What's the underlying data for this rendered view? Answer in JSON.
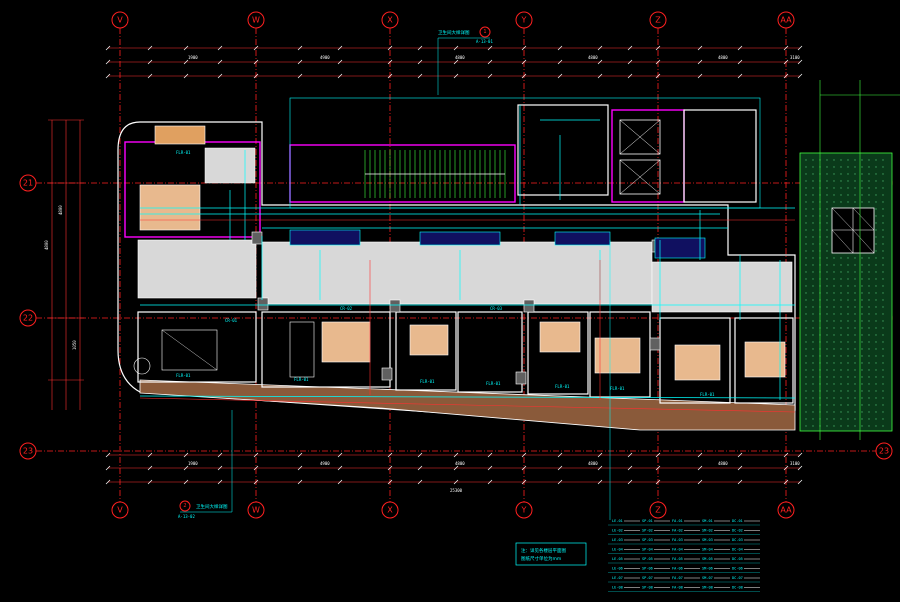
{
  "grid": {
    "columns": [
      "V",
      "W",
      "X",
      "Y",
      "Z",
      "AA"
    ],
    "rows": [
      "21",
      "22",
      "23"
    ]
  },
  "top_dimensions": [
    "1900",
    "4900",
    "4800",
    "4800",
    "4800",
    "3100"
  ],
  "bottom_dimensions": [
    "1900",
    "4900",
    "4800",
    "4800",
    "4800",
    "3100"
  ],
  "overall_dimension": "25300",
  "left_dimensions": [
    "4800",
    "4800",
    "1050"
  ],
  "section_callouts": [
    {
      "number": "1",
      "sheet": "A-13-01"
    },
    {
      "number": "2",
      "sheet": "A-13-02"
    }
  ],
  "callout_notes": [
    "卫生间大样详图",
    "卫生间大样详图"
  ],
  "room_tags": [
    "FLR-01",
    "FLR-01",
    "FLR-01",
    "FLR-01",
    "FLR-01",
    "FLR-01",
    "FLR-01",
    "FLR-01"
  ],
  "corridor_tags": [
    "CR-01",
    "CR-02",
    "CR-03"
  ],
  "note_box": {
    "line1": "注：详见各楼层平面图",
    "line2": "图纸尺寸单位为mm"
  },
  "legend": {
    "rows": [
      [
        "LE-01",
        "SP-01",
        "FA-01",
        "SM-01",
        "DC-01"
      ],
      [
        "LE-02",
        "SP-02",
        "FA-02",
        "SM-02",
        "DC-02"
      ],
      [
        "LE-03",
        "SP-03",
        "FA-03",
        "SM-03",
        "DC-03"
      ],
      [
        "LE-04",
        "SP-04",
        "FA-04",
        "SM-04",
        "DC-04"
      ],
      [
        "LE-05",
        "SP-05",
        "FA-05",
        "SM-05",
        "DC-05"
      ],
      [
        "LE-06",
        "SP-06",
        "FA-06",
        "SM-06",
        "DC-06"
      ],
      [
        "LE-07",
        "SP-07",
        "FA-07",
        "SM-07",
        "DC-07"
      ],
      [
        "LE-08",
        "SP-08",
        "FA-08",
        "SM-08",
        "DC-08"
      ]
    ]
  },
  "colors": {
    "background": "#000000",
    "grid": "#ff2020",
    "wall": "#ffffff",
    "partition": "#ff00ff",
    "annotation": "#00ffff",
    "furniture": "#e8b98e",
    "corridor": "#d8d8d8",
    "facade_fill": "#0a3a1a",
    "stair": "#40ff40"
  }
}
